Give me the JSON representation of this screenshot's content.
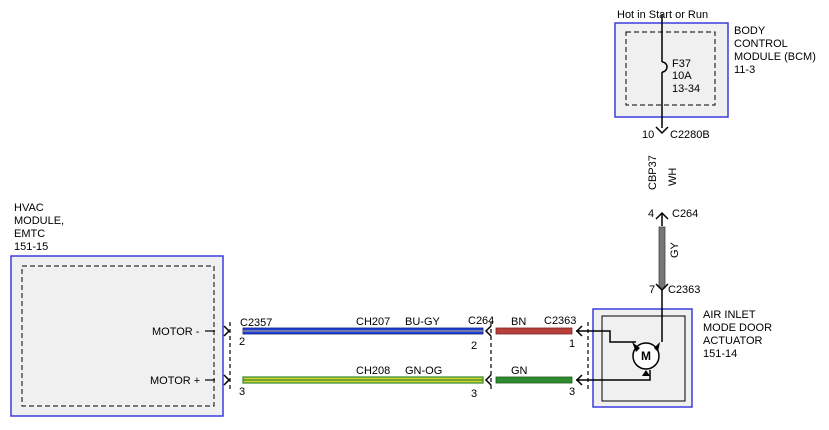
{
  "bcm": {
    "power_label": "Hot in Start or Run",
    "name_lines": [
      "BODY",
      "CONTROL",
      "MODULE (BCM)",
      "11-3"
    ],
    "fuse_lines": [
      "F37",
      "10A",
      "13-34"
    ],
    "pin": "10",
    "connector": "C2280B"
  },
  "circuit_vertical": {
    "circuit": "CBP37",
    "color": "WH"
  },
  "inline_c264_top": {
    "pin": "4",
    "connector": "C264"
  },
  "gy_wire": {
    "color": "GY"
  },
  "actuator": {
    "pin": "7",
    "connector": "C2363",
    "name_lines": [
      "AIR INLET",
      "MODE DOOR",
      "ACTUATOR",
      "151-14"
    ],
    "motor_symbol": "M",
    "pin_bottom_1": "1",
    "pin_bottom_3": "3",
    "connector_left": "C2363"
  },
  "hvac": {
    "name_lines": [
      "HVAC",
      "MODULE,",
      "EMTC",
      "151-15"
    ],
    "motor_minus": "MOTOR -",
    "motor_plus": "MOTOR +",
    "connector": "C2357",
    "pin_2": "2",
    "pin_3": "3"
  },
  "wire_top": {
    "circuit": "CH207",
    "color": "BU-GY"
  },
  "wire_bottom": {
    "circuit": "CH208",
    "color": "GN-OG"
  },
  "inline_c264_mid": {
    "connector": "C264",
    "pin_2": "2",
    "pin_3": "3"
  },
  "wire_bn": {
    "color": "BN"
  },
  "wire_gn": {
    "color": "GN"
  },
  "colors": {
    "module_border": "#3b3bdc",
    "module_fill": "#f0f0f0",
    "blue": "#1f3fd6",
    "gray_wire": "#777777",
    "brown_red": "#b8403a",
    "green": "#2e8a2e",
    "yellow": "#d8d030"
  }
}
